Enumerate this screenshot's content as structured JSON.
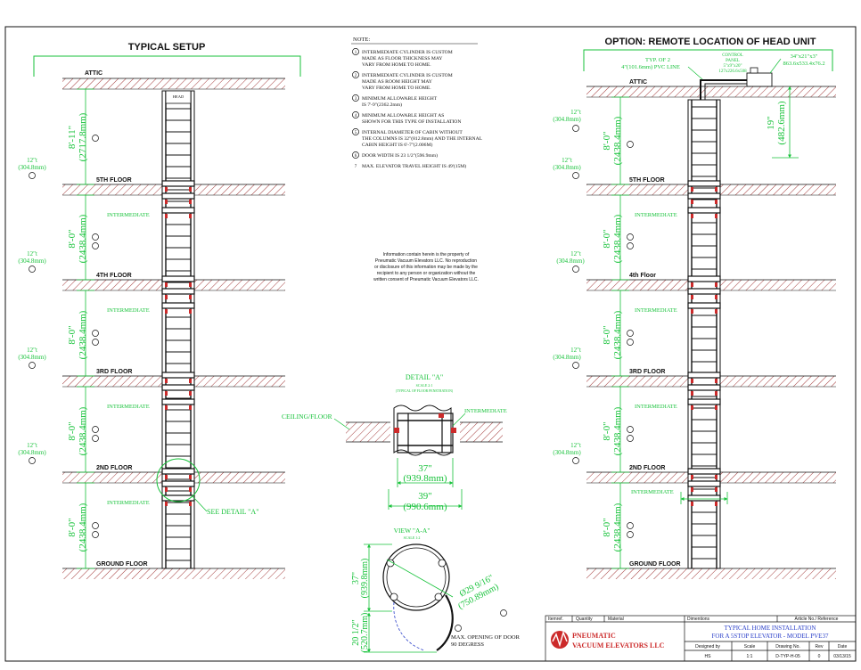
{
  "titles": {
    "left": "TYPICAL SETUP",
    "right": "OPTION: REMOTE LOCATION OF HEAD UNIT"
  },
  "floors": {
    "attic": "ATTIC",
    "fifth": "5TH FLOOR",
    "fourth_left": "4TH FLOOR",
    "fourth_right": "4th Floor",
    "third": "3RD FLOOR",
    "second": "2ND FLOOR",
    "ground": "GROUND FLOOR"
  },
  "labels": {
    "head": "HEAD",
    "intermediate": "INTERMEDIATE",
    "see_detail": "SEE DETAIL \"A\"",
    "ceiling_floor": "CEILING/FLOOR",
    "typ_of_2": "TYP. OF 2",
    "pvc_line": "4\"(101.6mm) PVC LINE",
    "control_panel_1": "CONTROL",
    "control_panel_2": "PANEL",
    "control_panel_3": "5\"x9\"x20\"",
    "control_panel_4": "127x226.6x508",
    "head_dim_1": "34\"x21\"x3\"",
    "head_dim_2": "863.6x533.4x76.2"
  },
  "dims": {
    "top_ft": "8'-11\"",
    "top_mm": "(2717.8mm)",
    "std_ft": "8'-0\"",
    "std_mm": "(2438.4mm)",
    "slab_in": "12\"t",
    "slab_mm": "(304.8mm)",
    "attic_ft": "19\"",
    "attic_mm": "(482.6mm)"
  },
  "notes": {
    "heading": "NOTE:",
    "items": [
      {
        "num": "1",
        "lines": [
          "INTERMEDIATE CYLINDER IS CUSTOM",
          "MADE AS FLOOR THICKNESS MAY",
          "VARY FROM HOME TO HOME."
        ]
      },
      {
        "num": "2",
        "lines": [
          "INTERMEDIATE CYLINDER IS CUSTOM",
          "MADE AS ROOM HEIGHT MAY",
          "VARY FROM HOME TO HOME."
        ]
      },
      {
        "num": "3",
        "lines": [
          "MINIMUM ALLOWABLE HEIGHT",
          "IS 7'-9\"(2362.2mm)"
        ]
      },
      {
        "num": "4",
        "lines": [
          "MINIMUM ALLOWABLE HEIGHT AS",
          "SHOWN FOR THIS TYPE OF INSTALLATION"
        ]
      },
      {
        "num": "5",
        "lines": [
          "INTERNAL DIAMETER OF CABIN WITHOUT",
          "THE COLUMNS IS 32\"(812.8mm) AND THE INTERNAL",
          "CABIN HEIGHT IS 6'-7\"(2.006M)"
        ]
      },
      {
        "num": "6",
        "lines": [
          "DOOR WIDTH IS 23 1/2\"(596.9mm)"
        ]
      },
      {
        "num": "7",
        "lines": [
          "MAX. ELEVATOR TRAVEL HEIGHT IS 49'(15M)"
        ]
      }
    ]
  },
  "property_notice": [
    "Information contain herein is the property of",
    "Pneumatic Vacuum Elevators LLC. No reproduction",
    "or disclosure of this information may be made by the",
    "recipient to any person or organization without the",
    "written consent of Pneumatic Vacuum Elevators LLC."
  ],
  "detail_a": {
    "title": "DETAIL \"A\"",
    "scale": "SCALE 2:1",
    "sub": "(TYPICAL OF FLOOR PENETRATION)",
    "inner_in": "37\"",
    "inner_mm": "(939.8mm)",
    "outer_in": "39\"",
    "outer_mm": "(990.6mm)"
  },
  "view_aa": {
    "title": "VIEW \"A-A\"",
    "scale": "SCALE 1:2",
    "dia_in": "Ø29 9/16\"",
    "dia_mm": "(750.89mm)",
    "h1_in": "37\"",
    "h1_mm": "(939.8mm)",
    "h2_in": "20 1/2\"",
    "h2_mm": "(520.7mm)",
    "door_note_1": "MAX. OPENING OF DOOR",
    "door_note_2": "90 DEGRESS"
  },
  "title_block": {
    "itemref": "Itemref.",
    "quantity": "Quantity",
    "material": "Material",
    "dimentions": "Dimentions",
    "article": "Article No./ Reference",
    "company_1": "PNEUMATIC",
    "company_2": "VACUUM ELEVATORS LLC",
    "title_1": "TYPICAL HOME INSTALLATION",
    "title_2": "FOR A 5STOP ELEVATOR - MODEL PVE37",
    "designed_by_label": "Designed by",
    "scale_label": "Scale",
    "drawing_label": "Drawing No.",
    "rev_label": "Rev",
    "date_label": "Date",
    "designed_by": "HS",
    "scale": "1:1",
    "drawing_no": "D-TYP-H-05",
    "rev": "0",
    "date": "03/13/15"
  },
  "colors": {
    "annotation": "#17c23a",
    "line": "#111111",
    "hatch": "#a33b3b",
    "title_blue": "#2a3fc9",
    "logo_red": "#cc2a2a"
  }
}
